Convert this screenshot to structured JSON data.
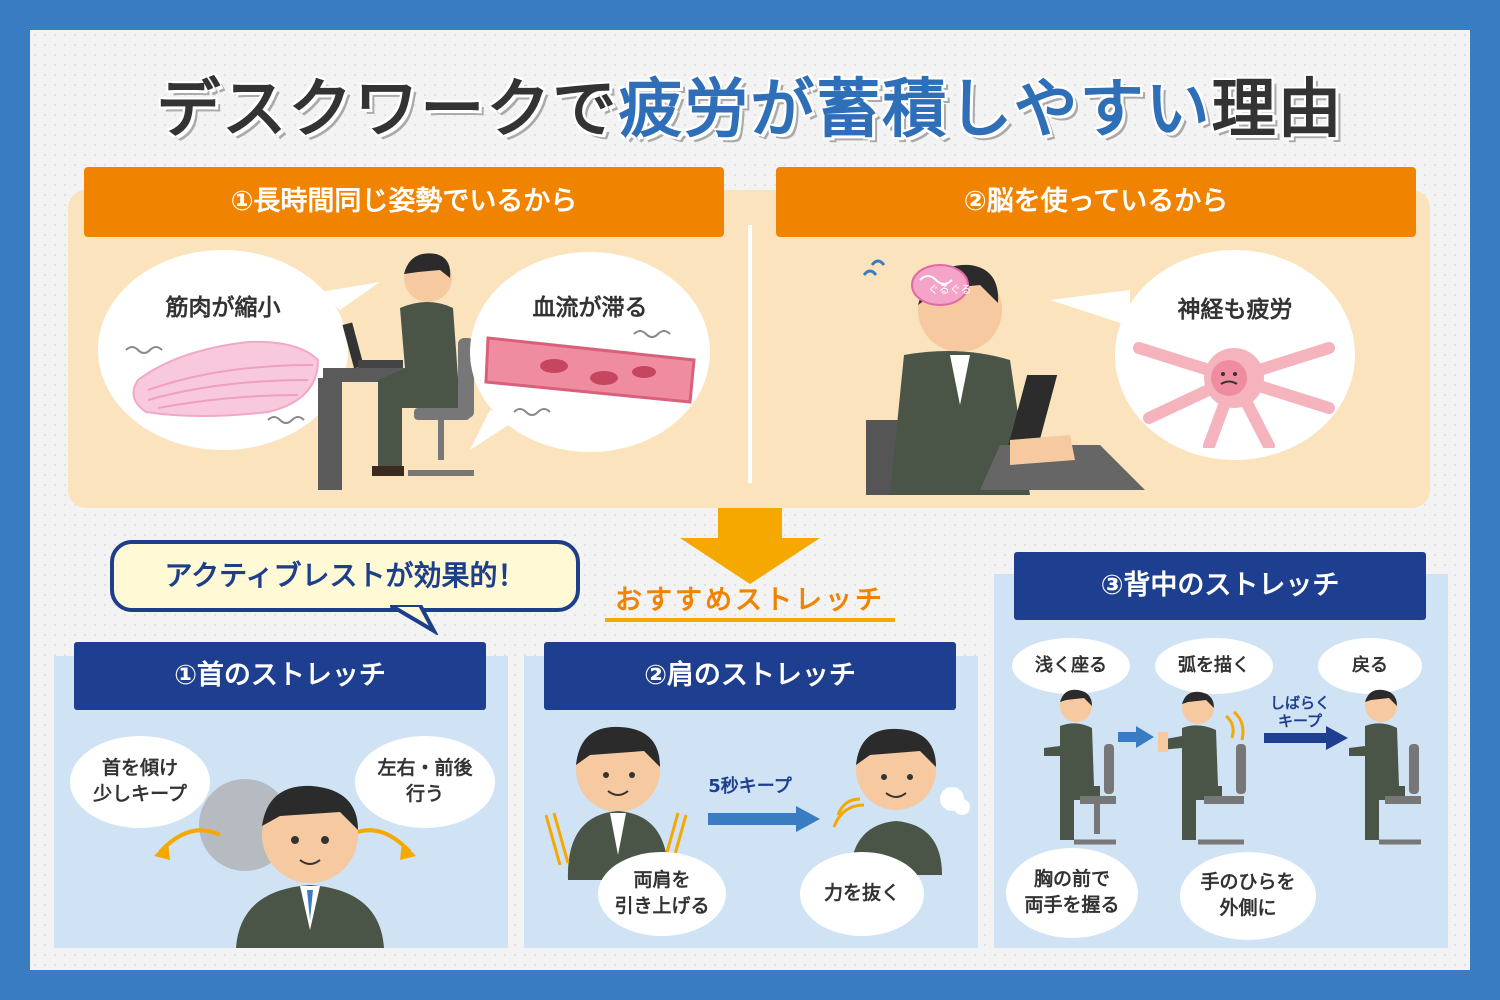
{
  "title": {
    "part1": "デスクワークで",
    "part2": "疲労が蓄積しやすい",
    "part3": "理由"
  },
  "reasons": [
    {
      "label": "①長時間同じ姿勢でいるから",
      "bubbles": [
        "筋肉が縮小",
        "血流が滞る"
      ]
    },
    {
      "label": "②脳を使っているから",
      "bubbles": [
        "神経も疲労"
      ],
      "brain_text": "ぐるぐる"
    }
  ],
  "callout": "アクティブレストが効果的！",
  "recommend_label": "おすすめストレッチ",
  "stretches": {
    "neck": {
      "label": "①首のストレッチ",
      "bubbles": [
        "首を傾け\n少しキープ",
        "左右・前後\n行う"
      ]
    },
    "shoulder": {
      "label": "②肩のストレッチ",
      "arrow_label": "5秒キープ",
      "bubbles": [
        "両肩を\n引き上げる",
        "力を抜く"
      ]
    },
    "back": {
      "label": "③背中のストレッチ",
      "steps": [
        "浅く座る",
        "弧を描く",
        "戻る"
      ],
      "arrow_label": "しばらく\nキープ",
      "bottom_bubbles": [
        "胸の前で\n両手を握る",
        "手のひらを\n外側に"
      ]
    }
  },
  "colors": {
    "frame": "#3a7cc1",
    "orange": "#f08300",
    "navy": "#1e3f8f",
    "title_blue": "#2f6fb8",
    "peach_panel": "#fbe3bd",
    "blue_panel": "#cfe3f4"
  }
}
